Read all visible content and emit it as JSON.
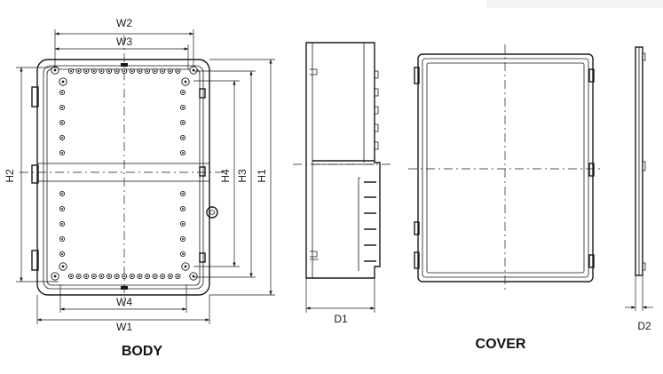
{
  "body_view": {
    "title": "BODY",
    "dims": {
      "w1": "W1",
      "w2": "W2",
      "w3": "W3",
      "w4": "W4",
      "h1": "H1",
      "h2": "H2",
      "h3": "H3",
      "h4": "H4"
    }
  },
  "side_view": {
    "dims": {
      "d1": "D1"
    }
  },
  "cover_view": {
    "title": "COVER",
    "dims": {
      "d2": "D2"
    }
  },
  "colors": {
    "line": "#1a1a1a",
    "background": "#ffffff"
  }
}
